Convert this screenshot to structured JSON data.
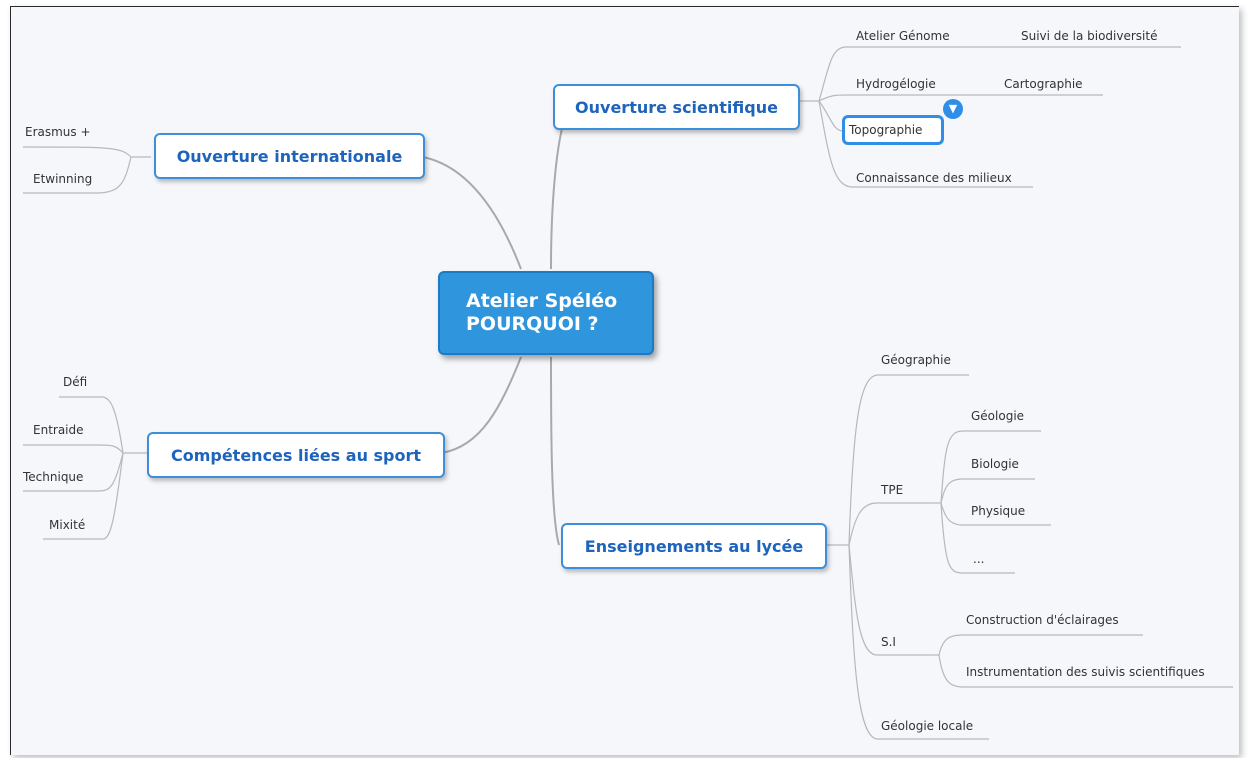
{
  "central": {
    "line1": "Atelier Spéléo",
    "line2": "POURQUOI ?"
  },
  "branches": {
    "scientifique": {
      "label": "Ouverture scientifique",
      "children": [
        "Atelier Génome",
        "Hydrogélogie",
        "Topographie",
        "Connaissance des milieux"
      ],
      "sub": {
        "genome": "Suivi de la biodiversité",
        "hydro": "Cartographie"
      }
    },
    "internationale": {
      "label": "Ouverture internationale",
      "children": [
        "Erasmus +",
        "Etwinning"
      ]
    },
    "sport": {
      "label": "Compétences liées au sport",
      "children": [
        "Défi",
        "Entraide",
        "Technique",
        "Mixité"
      ]
    },
    "lycee": {
      "label": "Enseignements au lycée",
      "children": [
        "Géographie",
        "TPE",
        "S.I",
        "Géologie locale"
      ],
      "tpe": [
        "Géologie",
        "Biologie",
        "Physique",
        "..."
      ],
      "si": [
        "Construction d'éclairages",
        "Instrumentation des suivis scientifiques"
      ]
    }
  },
  "icons": {
    "collapse": "chevron-down-icon"
  },
  "colors": {
    "central": "#2f95dc",
    "border": "#3c8fd8",
    "text": "#1e64bc",
    "connector": "#a9a9ad"
  }
}
